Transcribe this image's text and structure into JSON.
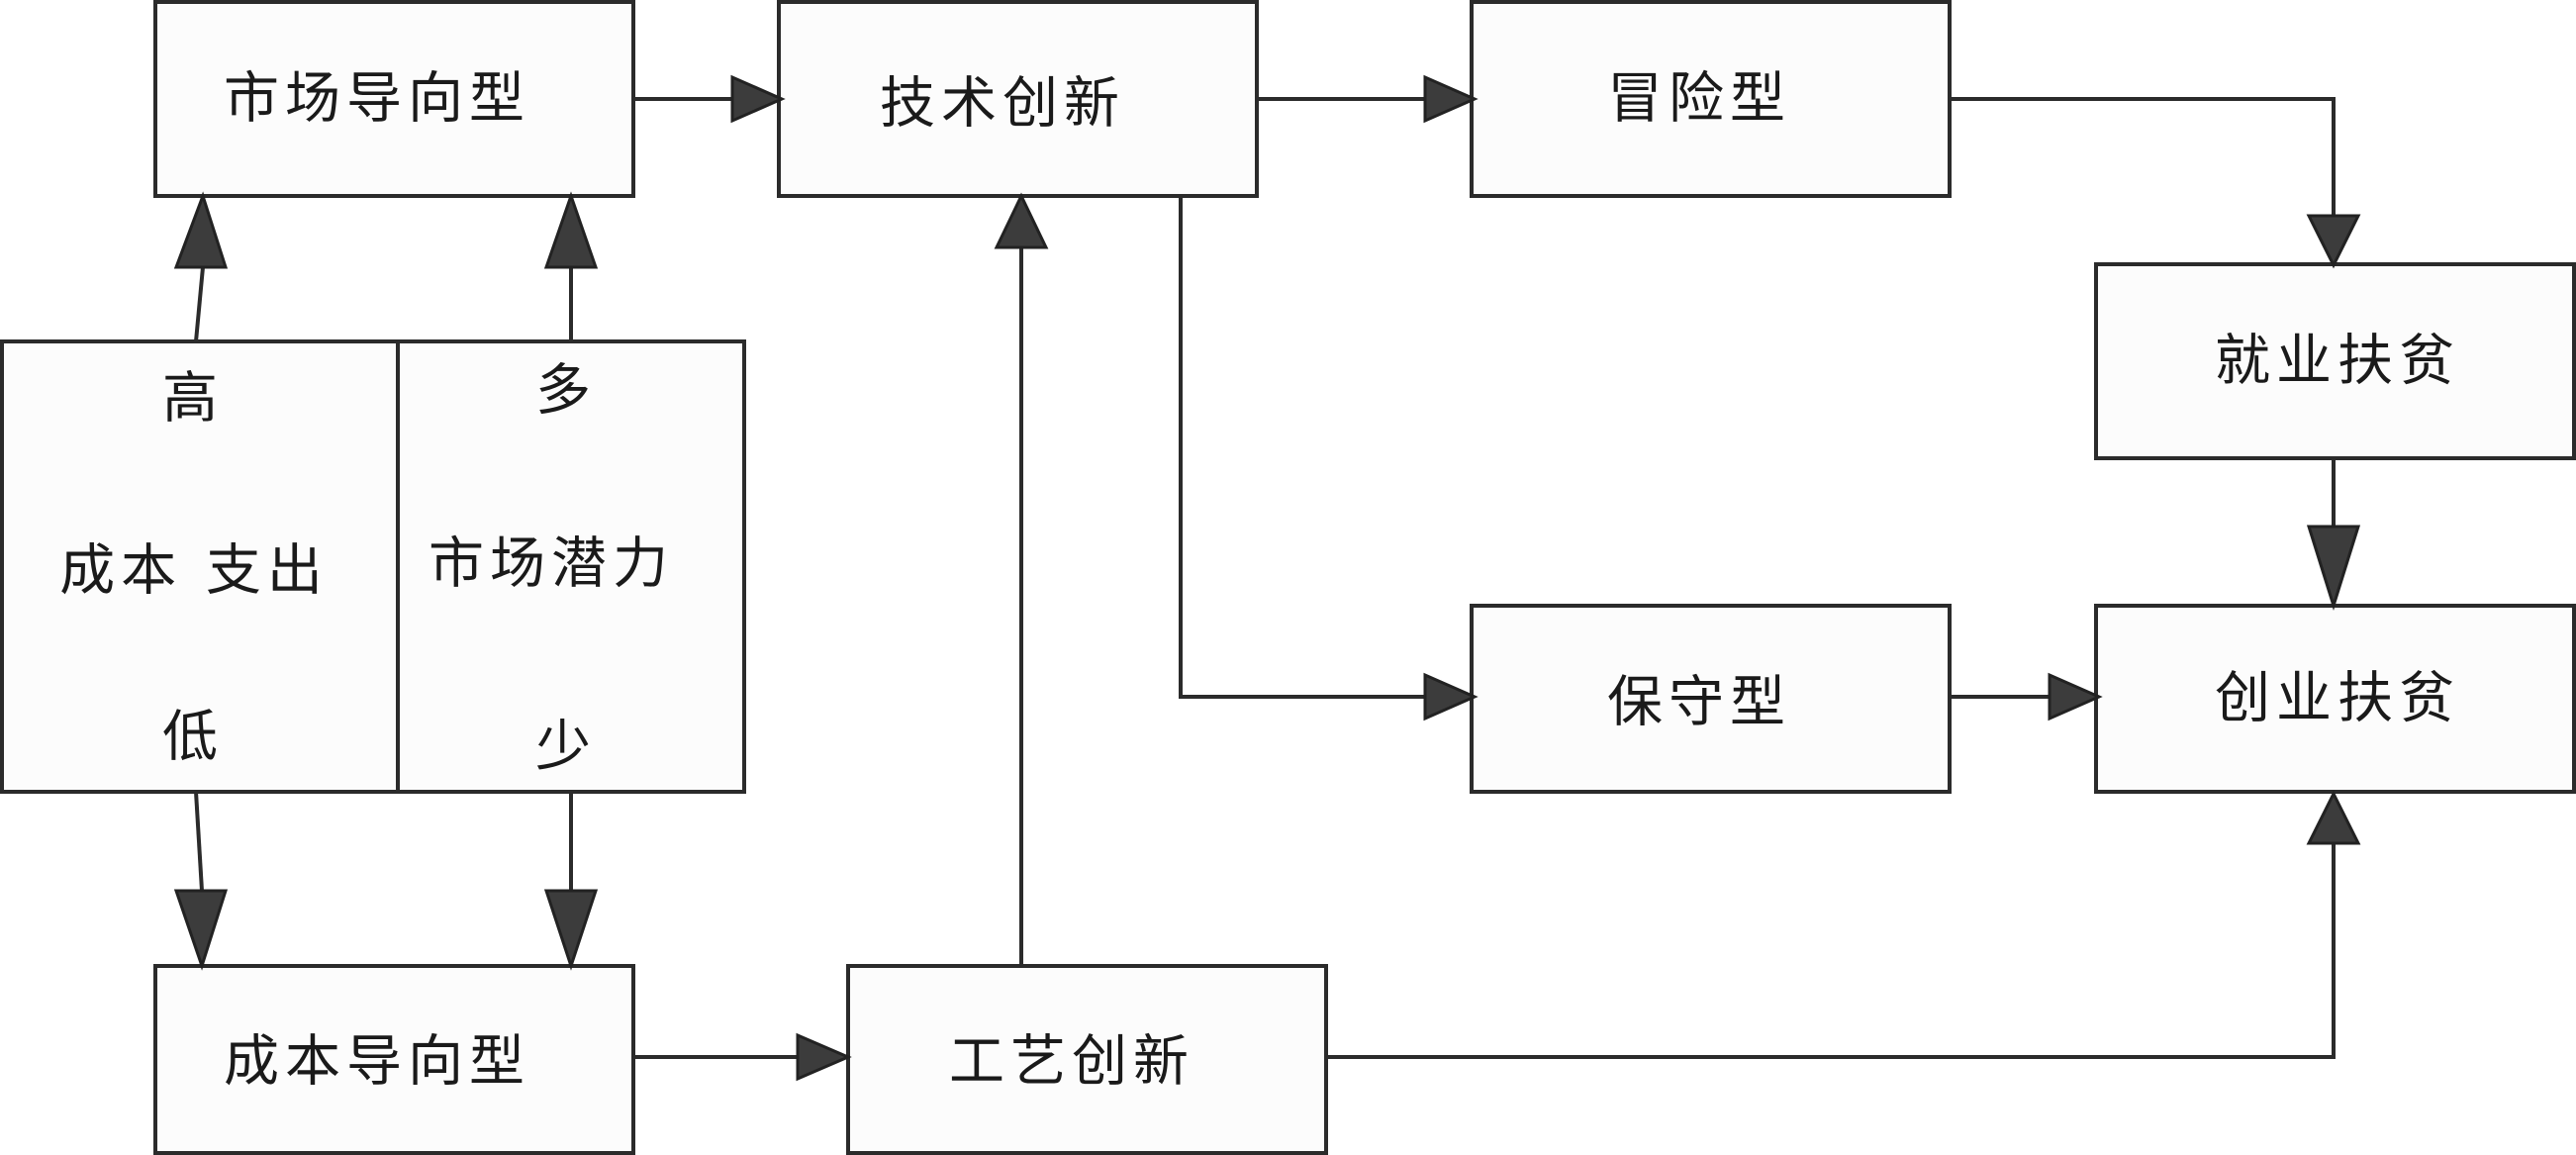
{
  "nodes": {
    "market_oriented": "市场导向型",
    "tech_innovation": "技术创新",
    "risk_type": "冒险型",
    "employment_poverty": "就业扶贫",
    "cost_expense": "成本 支出",
    "cost_high": "高",
    "cost_low": "低",
    "market_potential": "市场潜力",
    "potential_more": "多",
    "potential_less": "少",
    "conservative_type": "保守型",
    "entrepreneurship_poverty": "创业扶贫",
    "cost_oriented": "成本导向型",
    "process_innovation": "工艺创新"
  },
  "colors": {
    "box_fill": "#fcfcfc",
    "line": "#2b2b2b",
    "arrowhead": "#3c3c3c"
  }
}
